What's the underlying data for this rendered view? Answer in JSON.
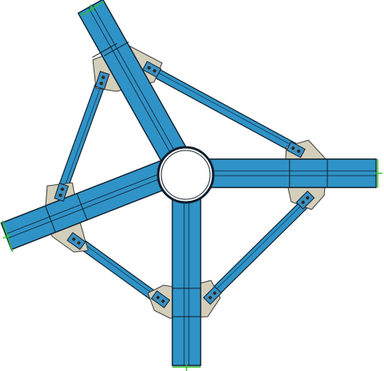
{
  "colors": {
    "beam_fill": "#2f93c7",
    "beam_edge": "#0f1d2a",
    "gusset_fill": "#d4cfba",
    "gusset_edge": "#3a3a3a",
    "bolt_fill": "#3b8fc0",
    "bolt_edge": "#102030",
    "ring_fill": "#ffffff",
    "ring_edge": "#0f1d2a",
    "end_mark": "#2fbf2f"
  },
  "icons": {
    "main_beam": "i-beam",
    "brace": "strut",
    "gusset_plate": "plate",
    "bolt": "bolt-dot",
    "hub": "ring",
    "end_marker": "cut-line"
  }
}
